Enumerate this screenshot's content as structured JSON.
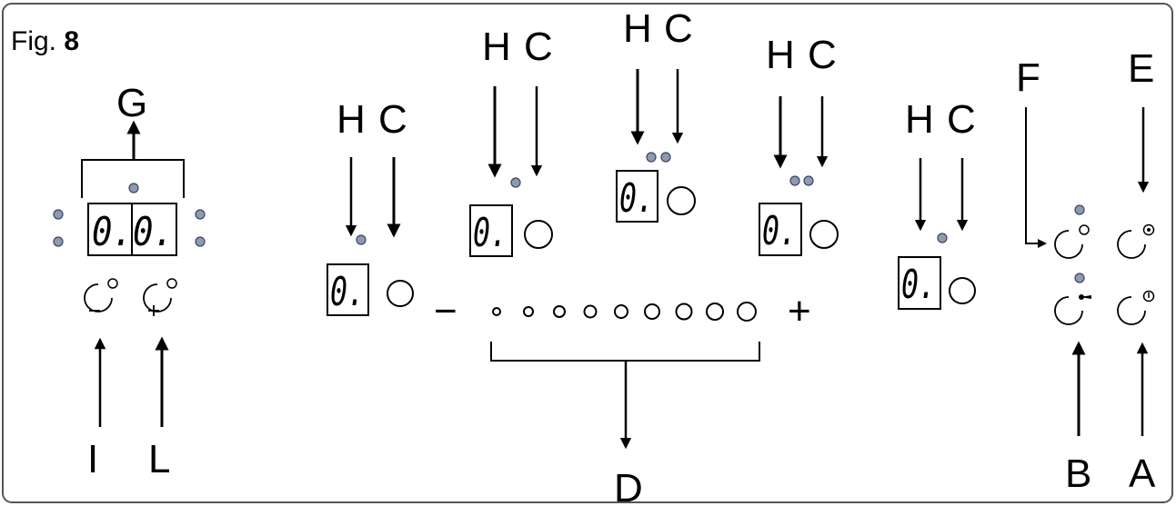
{
  "figure": {
    "prefix": "Fig.",
    "number": "8"
  },
  "labels": {
    "A": "A",
    "B": "B",
    "C": "C",
    "D": "D",
    "E": "E",
    "F": "F",
    "G": "G",
    "H": "H",
    "I": "I",
    "L": "L",
    "minus": "−",
    "plus": "+"
  },
  "timer_display": "0.0.",
  "zone_display": "0."
}
